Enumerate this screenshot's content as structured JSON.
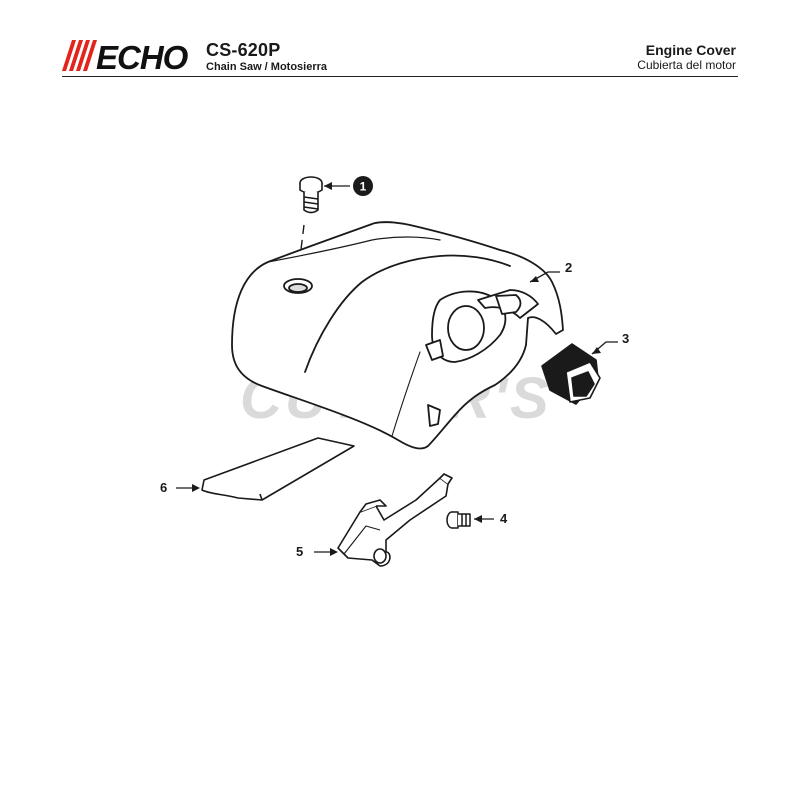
{
  "header": {
    "brand_logo": "ECHO",
    "model": "CS-620P",
    "product_line": "Chain Saw / Motosierra",
    "section_title": "Engine Cover",
    "section_subtitle": "Cubierta del motor"
  },
  "watermark": "CUTLER'S",
  "colors": {
    "brand_red": "#e2241c",
    "ink": "#1a1a1a",
    "watermark": "#bdbdbd"
  },
  "callouts": [
    {
      "number": "1",
      "style": "filled-circle"
    },
    {
      "number": "2",
      "style": "plain"
    },
    {
      "number": "3",
      "style": "plain"
    },
    {
      "number": "4",
      "style": "plain"
    },
    {
      "number": "5",
      "style": "plain"
    },
    {
      "number": "6",
      "style": "plain"
    }
  ]
}
